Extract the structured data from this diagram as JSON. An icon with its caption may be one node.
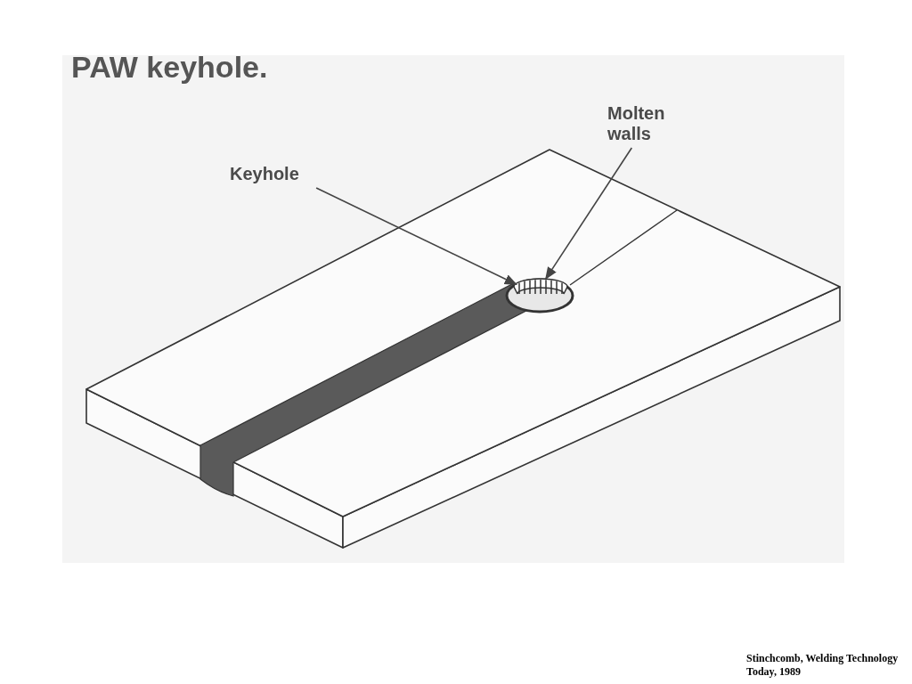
{
  "diagram": {
    "title": "PAW keyhole.",
    "nodes": [
      {
        "text": [
          "Keyhole"
        ]
      },
      {
        "text": [],
        "shape": "circle"
      },
      {
        "text": [
          "Molten walls"
        ]
      },
      {
        "text": [],
        "shape": "picture",
        "in": 1
      }
    ],
    "edges": [
      {
        "from": 0,
        "to": 1,
        "arrow": "to"
      },
      {
        "from": 2,
        "to": 3,
        "arrow": "to"
      }
    ],
    "labels": [
      "Stinchcomb, Welding Technology Today, 1989"
    ]
  }
}
